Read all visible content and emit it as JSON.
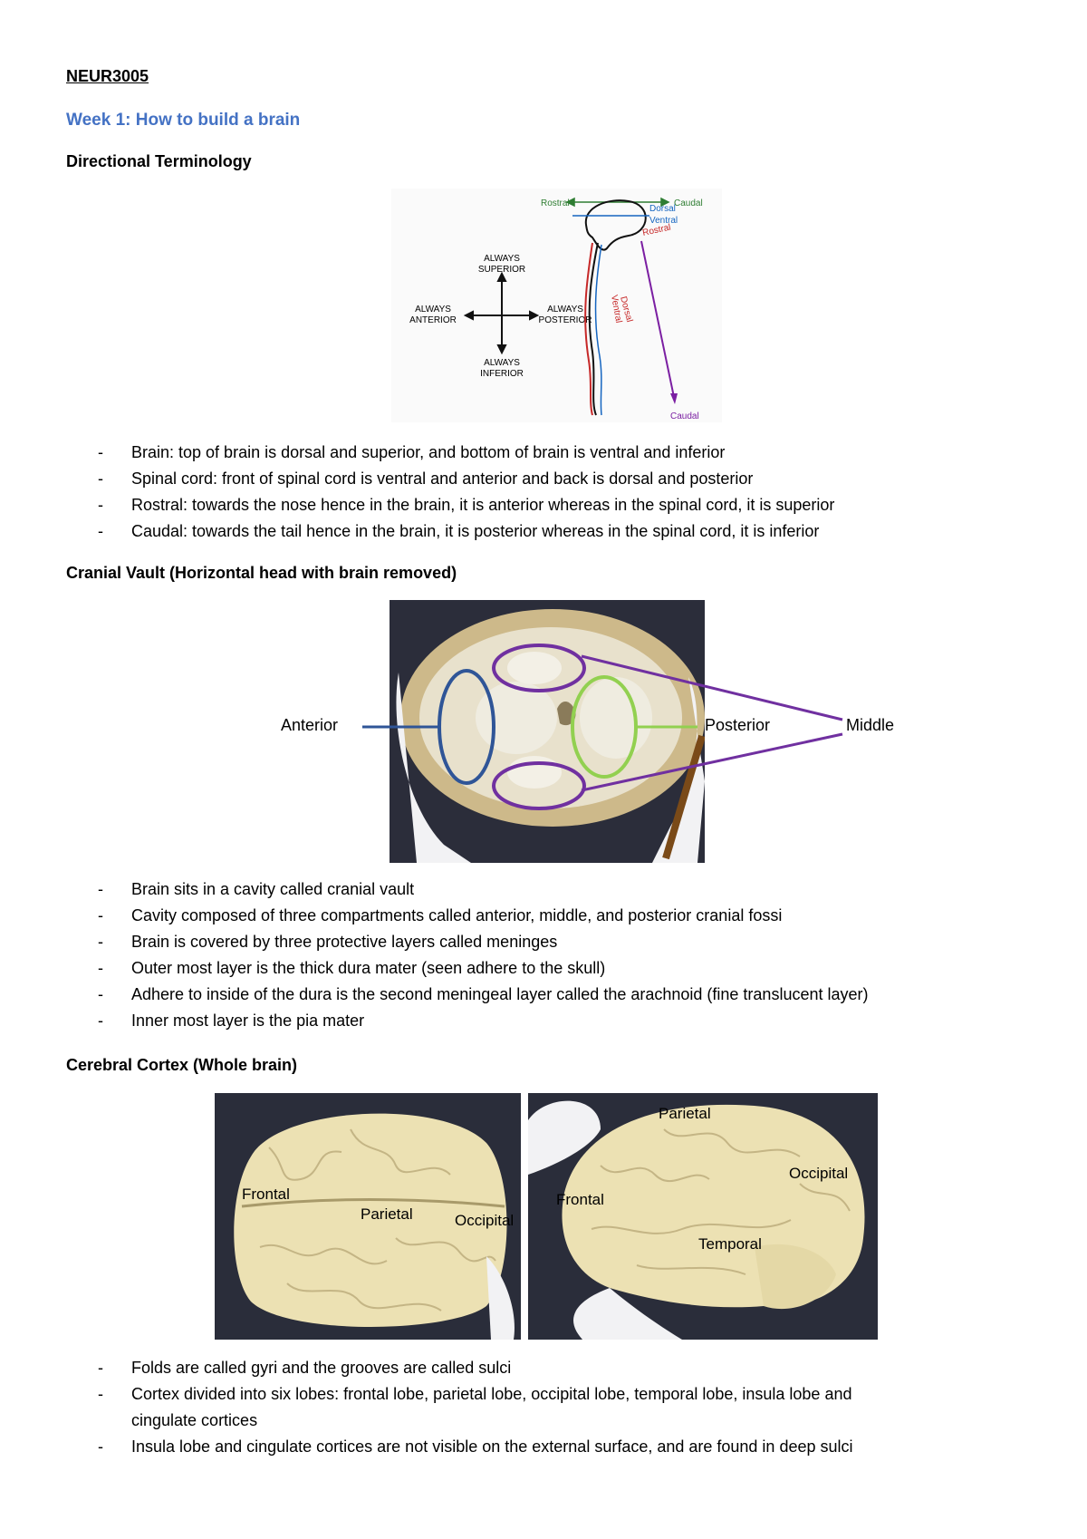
{
  "course_code": "NEUR3005",
  "week_title": "Week 1: How to build a brain",
  "sections": {
    "directional": {
      "heading": "Directional Terminology",
      "diagram": {
        "rostral": "Rostral",
        "caudal": "Caudal",
        "dorsal": "Dorsal",
        "ventral": "Ventral",
        "rostral_purple": "Rostral",
        "dorsal_vertical": "Dorsal",
        "ventral_vertical": "Ventral",
        "caudal_bottom": "Caudal",
        "always": "ALWAYS",
        "superior": "SUPERIOR",
        "anterior": "ANTERIOR",
        "posterior": "POSTERIOR",
        "inferior": "INFERIOR"
      },
      "bullets": [
        "Brain: top of brain is dorsal and superior, and bottom of brain is ventral and inferior",
        "Spinal cord: front of spinal cord is ventral and anterior and back is dorsal and posterior",
        "Rostral: towards the nose hence in the brain, it is anterior whereas in the spinal cord, it is superior",
        "Caudal: towards the tail hence in the brain, it is posterior whereas in the spinal cord, it is inferior"
      ]
    },
    "cranial": {
      "heading": "Cranial Vault (Horizontal head with brain removed)",
      "labels": {
        "anterior": "Anterior",
        "posterior": "Posterior",
        "middle": "Middle"
      },
      "bullets": [
        "Brain sits in a cavity called cranial vault",
        "Cavity composed of three compartments called anterior, middle, and posterior cranial fossi",
        "Brain is covered by three protective layers called meninges",
        "Outer most layer is the thick dura mater (seen adhere to the skull)",
        "Adhere to inside of the dura is the second meningeal layer called the arachnoid (fine translucent layer)",
        "Inner most layer is the pia mater"
      ]
    },
    "cortex": {
      "heading": "Cerebral Cortex (Whole brain)",
      "left_labels": {
        "frontal": "Frontal",
        "parietal": "Parietal",
        "occipital": "Occipital"
      },
      "right_labels": {
        "parietal": "Parietal",
        "occipital": "Occipital",
        "frontal": "Frontal",
        "temporal": "Temporal"
      },
      "bullets": [
        "Folds are called gyri and the grooves are called sulci",
        "Cortex divided into six lobes: frontal lobe, parietal lobe, occipital lobe, temporal lobe, insula lobe and",
        "cingulate cortices",
        "Insula lobe and cingulate cortices are not visible on the external surface, and are found in deep sulci"
      ]
    }
  },
  "bullet_marker": "-"
}
